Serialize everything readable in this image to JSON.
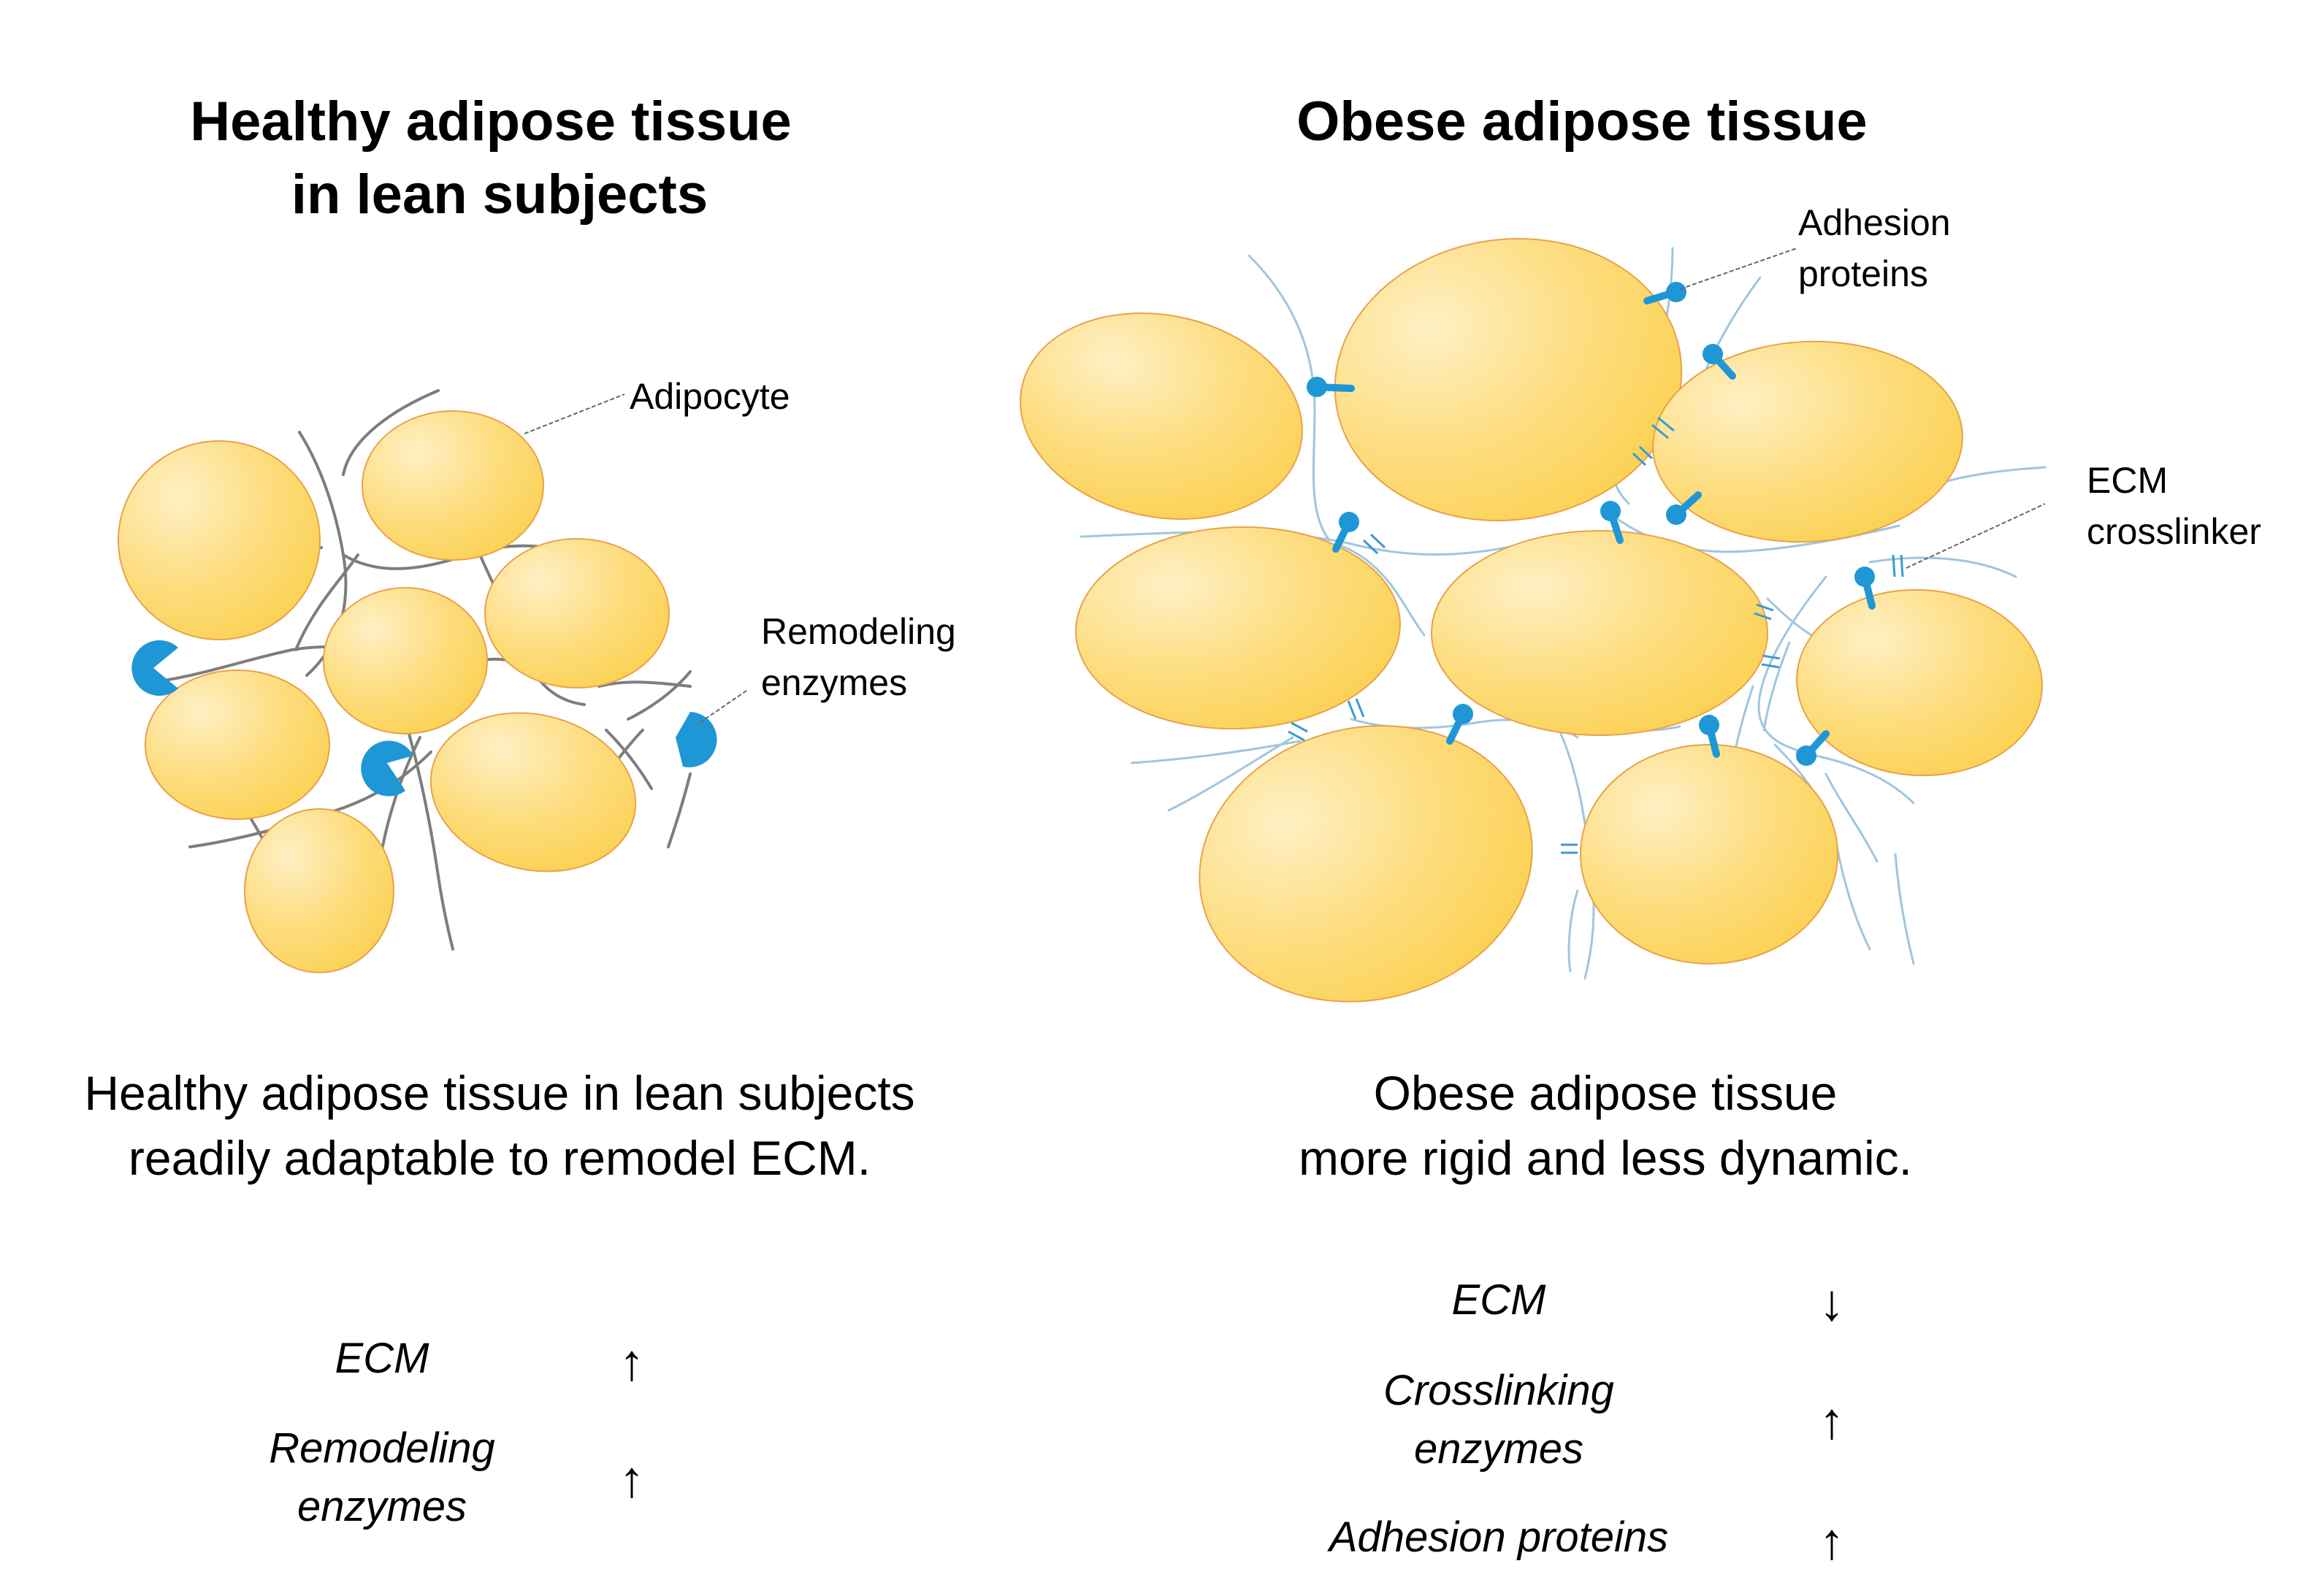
{
  "left_panel": {
    "title_line1": "Healthy adipose tissue",
    "title_line2": "in lean subjects",
    "labels": {
      "adipocyte": "Adipocyte",
      "remodeling_line1": "Remodeling",
      "remodeling_line2": "enzymes"
    },
    "caption_line1": "Healthy adipose tissue in lean subjects",
    "caption_line2": "readily adaptable to remodel ECM.",
    "table": {
      "ecm_label": "ECM",
      "ecm_arrow": "↑",
      "remodeling_line1": "Remodeling",
      "remodeling_line2": "enzymes",
      "remodeling_arrow": "↑"
    }
  },
  "right_panel": {
    "title": "Obese adipose tissue",
    "labels": {
      "adhesion_line1": "Adhesion",
      "adhesion_line2": "proteins",
      "crosslinker_line1": "ECM",
      "crosslinker_line2": "crosslinker"
    },
    "caption_line1": "Obese adipose tissue",
    "caption_line2": "more rigid and less dynamic.",
    "table": {
      "ecm_label": "ECM",
      "ecm_arrow": "↓",
      "crosslinking_line1": "Crosslinking",
      "crosslinking_line2": "enzymes",
      "crosslinking_arrow": "↑",
      "adhesion_label": "Adhesion proteins",
      "adhesion_arrow": "↑"
    }
  },
  "colors": {
    "adipocyte_fill": "#fcd35a",
    "adipocyte_edge": "#e8a24a",
    "enzyme_blue": "#1f97d6",
    "fiber_gray": "#7d7d7d",
    "fiber_blue": "#9fc6de"
  }
}
